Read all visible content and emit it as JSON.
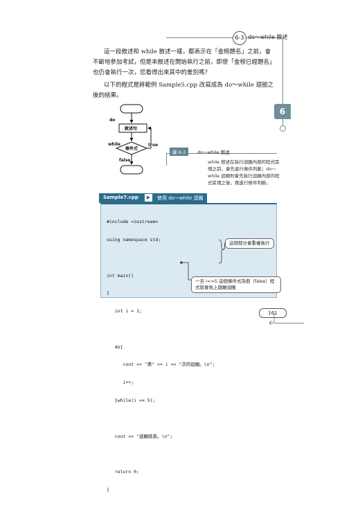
{
  "header": {
    "section_number": "6-3",
    "section_title": "do～while 敘述",
    "chapter": "6"
  },
  "paragraphs": {
    "p1": "這一段敘述和 while 敘述一樣，都表示在「金榜題名」之前，會不斷地參加考試，但是本敘述在開始執行之前，即使「金榜已經題名」也仍會執行一次，您看得出來其中的差別嗎？",
    "p2": "以下的程式是將範例 Sample5.cpp 改寫成為 do～while 迴圈之後的結果。"
  },
  "flowchart": {
    "do_label": "do",
    "statement": "敘述句",
    "while_label": "while",
    "condition": "條件式",
    "true_label": "true",
    "false_label": "false"
  },
  "figure": {
    "tag": "圖 6-3",
    "title": "do～while 敘述",
    "description": "while 敘述在執行迴圈內部的程式區塊之前，會先進行條件判斷；do～while 迴圈則會先執行迴圈內部的程式區塊之後，再進行條件判斷。"
  },
  "sample": {
    "name": "Sample7.cpp",
    "arrow": "▶",
    "title": "使用 do～while 迴圈"
  },
  "code": [
    "#include <iostream>",
    "using namespace std;",
    "",
    "int main()",
    "{",
    "   int i = 1;",
    "",
    "   do{",
    "      cout << \"第\" << i << \"次的迴圈。\\n\";",
    "      i++;",
    "   }while(i <= 5);",
    "",
    "   cout << \"迴圈結束。\\n\";",
    "",
    "   return 0;",
    "}"
  ],
  "callouts": {
    "c1": "這個部分會重複執行",
    "c2": "一旦 i<=5 這個條件式為假（false）程式就會馬上跳離迴圈"
  },
  "page_number": "161"
}
